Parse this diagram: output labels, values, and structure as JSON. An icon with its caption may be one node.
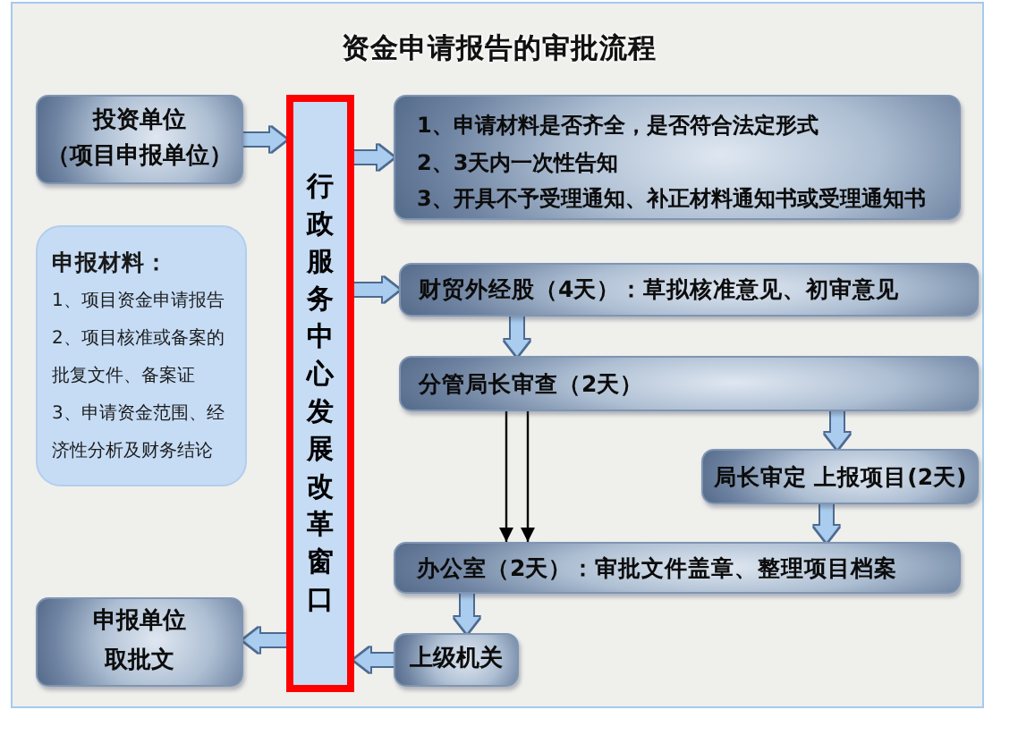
{
  "diagram": {
    "title": "资金申请报告的审批流程",
    "nodes": [
      {
        "text": [
          "投资单位",
          "（项目申报单位）"
        ]
      },
      {
        "text": [
          "申报材料：",
          "1、项目资金申请报告",
          "2、项目核准或备案的批复文件、备案证",
          "3、申请资金范围、经济性分析及财务结论"
        ]
      },
      {
        "text": [
          "行政服务中心发展改革窗口"
        ]
      },
      {
        "text": [
          "1、申请材料是否齐全，是否符合法定形式",
          "2、3天内一次性告知",
          "3、开具不予受理通知、补正材料通知书或受理通知书"
        ]
      },
      {
        "text": [
          "财贸外经股（4天）：草拟核准意见、初审意见"
        ]
      },
      {
        "text": [
          "分管局长审查（2天）"
        ]
      },
      {
        "text": [
          "局长审定 上报项目(2天)"
        ]
      },
      {
        "text": [
          "办公室（2天）：审批文件盖章、整理项目档案"
        ]
      },
      {
        "text": [
          "上级机关"
        ]
      },
      {
        "text": [
          "申报单位取批文"
        ]
      }
    ],
    "edges": [
      {
        "from": 0,
        "to": 2,
        "arrow": "to"
      },
      {
        "from": 2,
        "to": 3,
        "arrow": "to"
      },
      {
        "from": 2,
        "to": 4,
        "arrow": "to"
      },
      {
        "from": 4,
        "to": 5,
        "arrow": "to"
      },
      {
        "from": 5,
        "to": 6,
        "arrow": "to"
      },
      {
        "from": 5,
        "to": 7,
        "arrow": "to",
        "color": "#000000"
      },
      {
        "from": 5,
        "to": 7,
        "arrow": "to",
        "color": "#000000"
      },
      {
        "from": 6,
        "to": 7,
        "arrow": "to"
      },
      {
        "from": 7,
        "to": 8,
        "arrow": "to"
      },
      {
        "from": 8,
        "to": 2,
        "arrow": "to"
      },
      {
        "from": 2,
        "to": 9,
        "arrow": "to"
      }
    ]
  }
}
